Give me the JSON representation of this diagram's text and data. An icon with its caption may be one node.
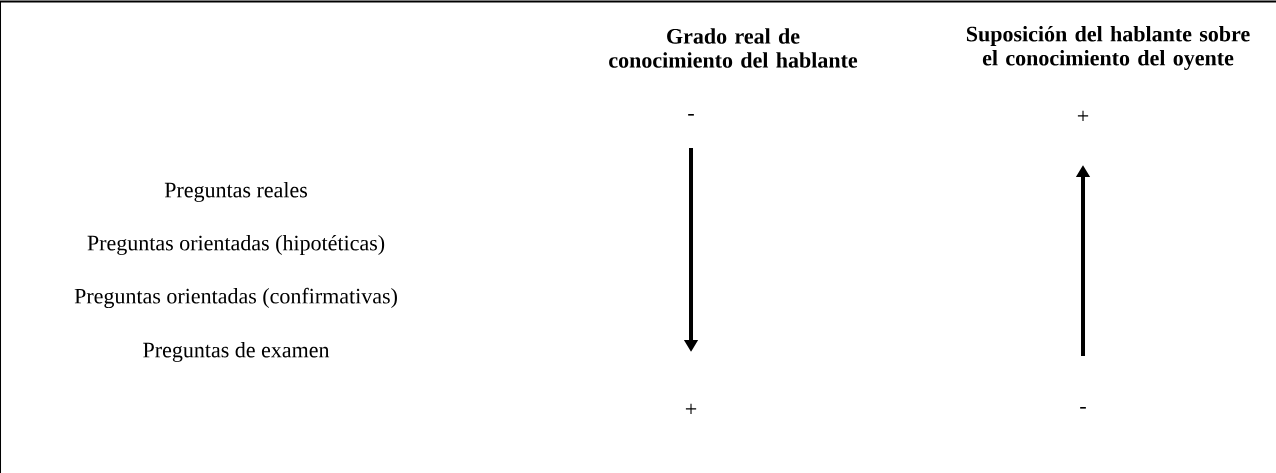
{
  "diagram": {
    "labels": [
      "Grado real de conocimiento del hablante",
      "Suposición del hablante sobre el conocimiento del oyente",
      "-",
      "+",
      "Preguntas reales",
      "Preguntas orientadas (hipotéticas)",
      "Preguntas orientadas (confirmativas)",
      "Preguntas de examen",
      "+",
      "-"
    ]
  }
}
